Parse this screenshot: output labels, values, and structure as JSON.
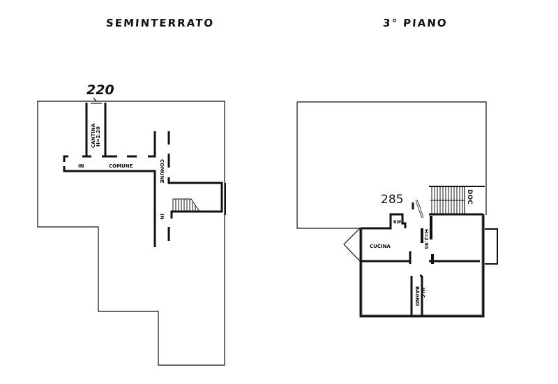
{
  "plans": [
    {
      "title": "SEMINTERRATO",
      "dimension": "220",
      "rooms": {
        "cantina": "CANTINA",
        "cantina_height": "H=2.20",
        "corridor_h_in": "IN",
        "corridor_h_comune": "COMUNE",
        "corridor_v_comune": "COMUNE",
        "corridor_v_in": "IN"
      }
    },
    {
      "title": "3° PIANO",
      "dimension": "285",
      "rooms": {
        "rip": "RIP.",
        "cucina": "CUCINA",
        "hallway_height": "H=2.95",
        "bagno": "BAGNO",
        "wc": "W.C.",
        "stair_label": "DOC"
      }
    }
  ],
  "colors": {
    "ink": "#111111",
    "paper": "#ffffff"
  }
}
